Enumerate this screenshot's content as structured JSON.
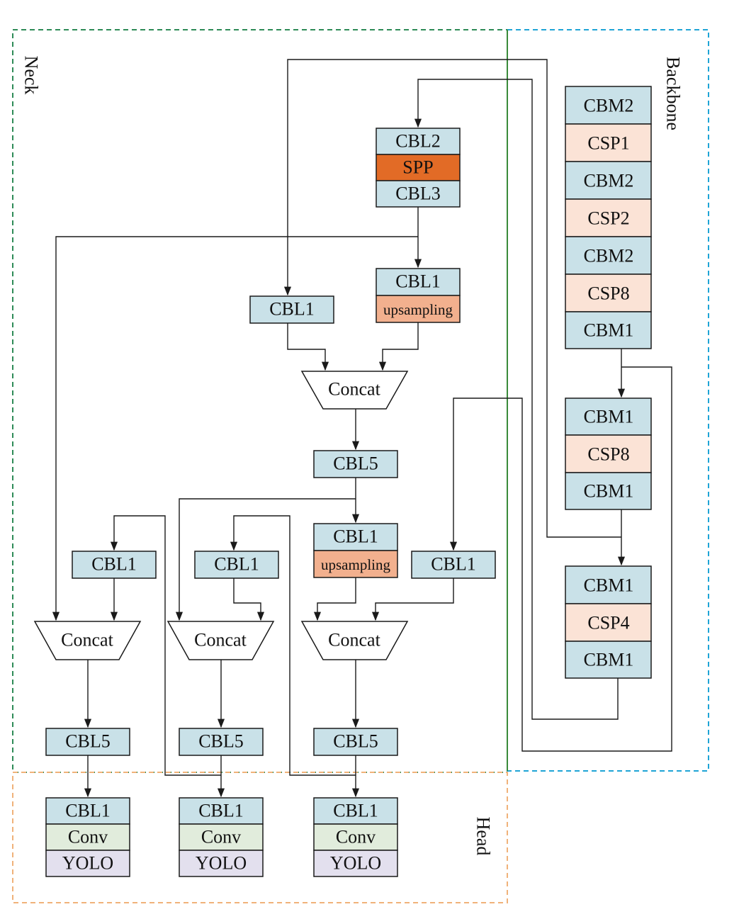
{
  "regions": {
    "neck": "Neck",
    "backbone": "Backbone",
    "head": "Head"
  },
  "colors": {
    "cbl": "#c9e1e8",
    "cbm": "#c9e1e8",
    "csp": "#fbe3d6",
    "spp": "#e26b26",
    "upsampling": "#f2b08e",
    "conv": "#e1ecdc",
    "yolo": "#e3e0ee",
    "neck_border": "#2e8b57",
    "backbone_border": "#1fa4d6",
    "head_border": "#f0b27a",
    "divider": "#3a8a3a"
  },
  "backbone": {
    "stack1": [
      "CBM2",
      "CSP1",
      "CBM2",
      "CSP2",
      "CBM2",
      "CSP8",
      "CBM1"
    ],
    "stack2": [
      "CBM1",
      "CSP8",
      "CBM1"
    ],
    "stack3": [
      "CBM1",
      "CSP4",
      "CBM1"
    ]
  },
  "neck": {
    "spp_block": [
      "CBL2",
      "SPP",
      "CBL3"
    ],
    "top_up": [
      "CBL1",
      "upsampling"
    ],
    "top_cbl1": "CBL1",
    "top_concat": "Concat",
    "mid_cbl5": "CBL5",
    "mid_up": [
      "CBL1",
      "upsampling"
    ],
    "mid_right_cbl1": "CBL1",
    "left_cbl1": "CBL1",
    "center_cbl1": "CBL1",
    "concat_left": "Concat",
    "concat_center": "Concat",
    "concat_right": "Concat",
    "cbl5_left": "CBL5",
    "cbl5_center": "CBL5",
    "cbl5_right": "CBL5"
  },
  "head": {
    "left": [
      "CBL1",
      "Conv",
      "YOLO"
    ],
    "center": [
      "CBL1",
      "Conv",
      "YOLO"
    ],
    "right": [
      "CBL1",
      "Conv",
      "YOLO"
    ]
  }
}
